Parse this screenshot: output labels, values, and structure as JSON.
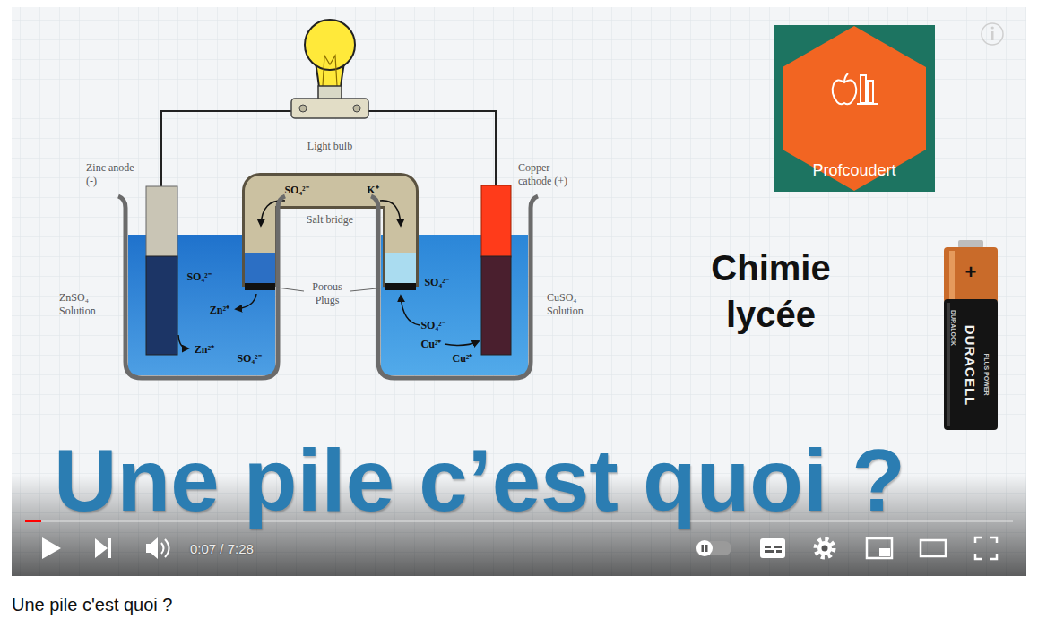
{
  "diagram": {
    "title": "Une pile c'est quoi ?",
    "nodes": [
      {
        "text": [
          "Profcoudert"
        ]
      },
      {
        "text": [
          "+",
          "DURALOCK",
          "DURACELL",
          "PLUS POWER"
        ]
      }
    ],
    "labels": [
      "Light bulb",
      "Zinc anode (-)",
      "Copper cathode (+)",
      "SO₄²⁻",
      "K⁺",
      "Salt bridge",
      "Chimie lycée",
      "SO₄²⁻",
      "Porous Plugs",
      "SO₄²⁻",
      "ZnSO₄ Solution",
      "CuSO₄ Solution",
      "Zn²⁺",
      "SO₄²⁻",
      "Cu²⁺",
      "Zn²⁺",
      "SO₄²⁻",
      "Cu²⁺",
      "Une pile c’est quoi ?",
      "0:07 / 7:28"
    ]
  }
}
